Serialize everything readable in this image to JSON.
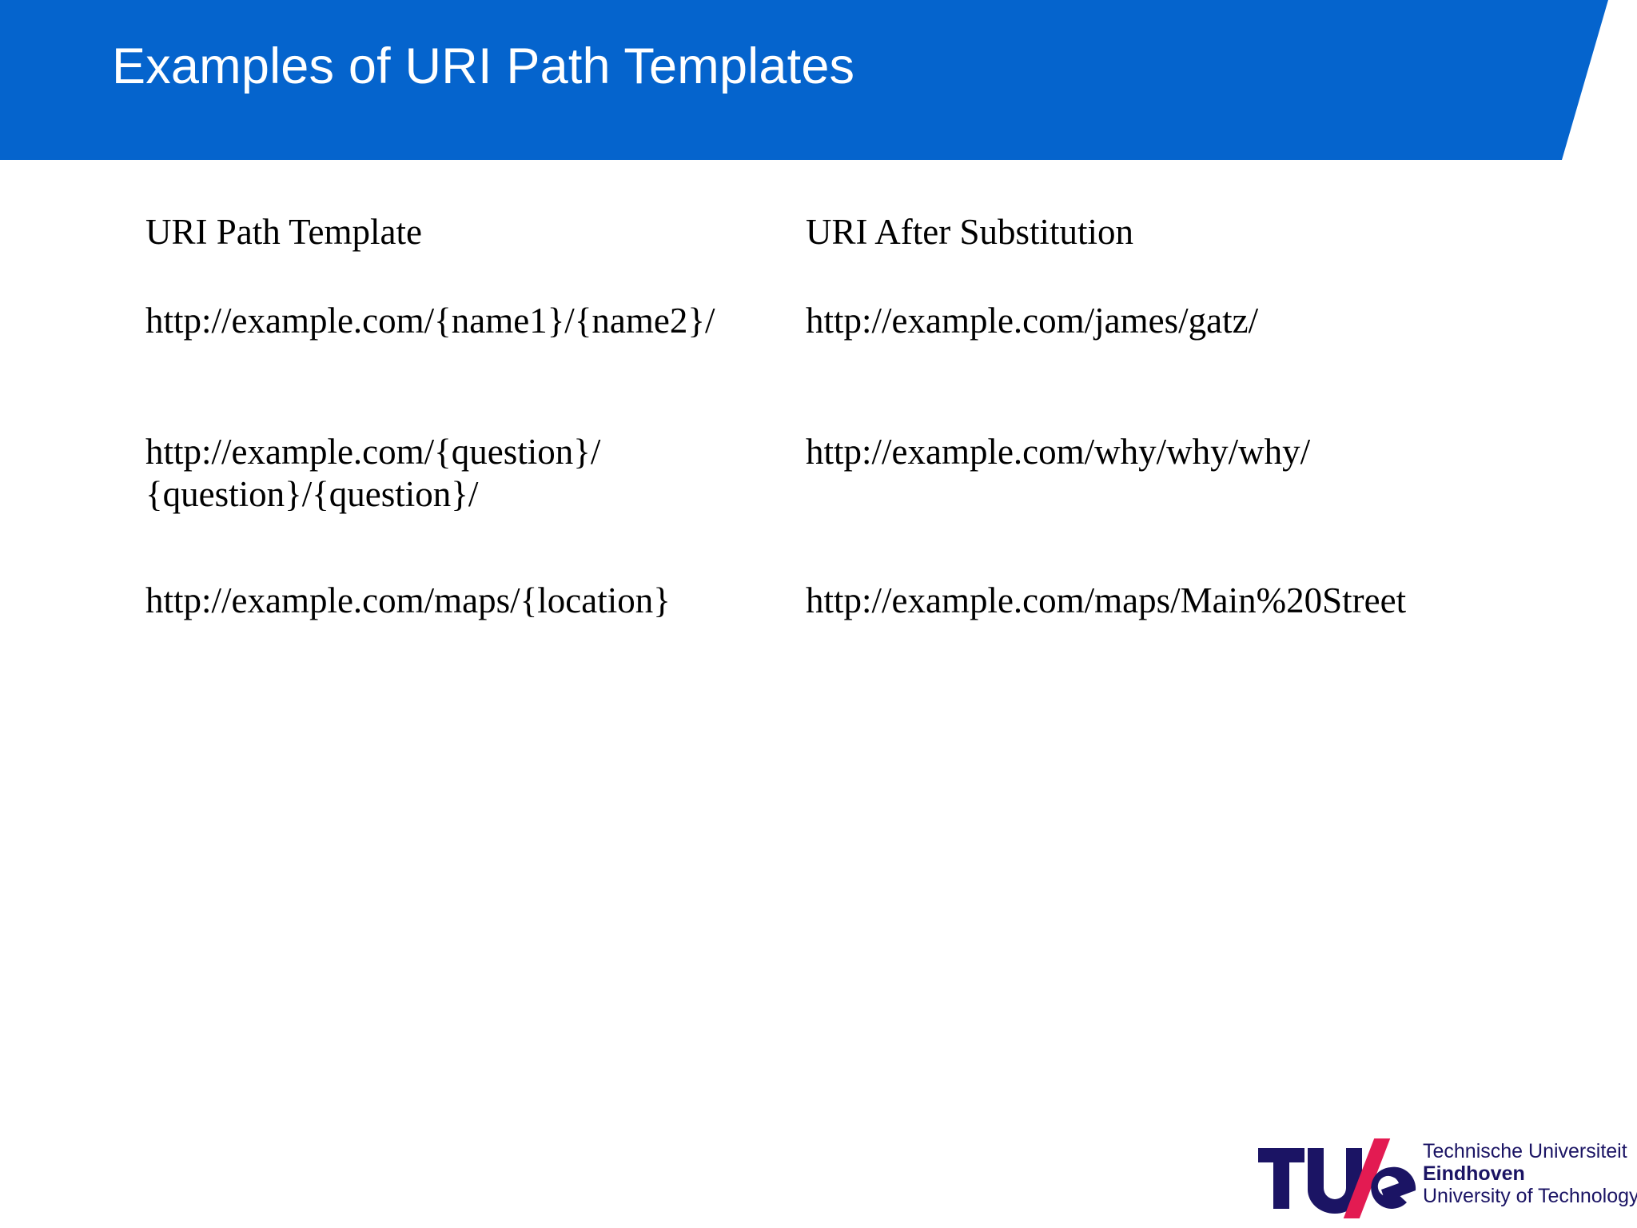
{
  "slide": {
    "title": "Examples of URI Path Templates",
    "header_color": "#0564CD",
    "title_color": "#FFFFFF",
    "background_color": "#FFFFFF"
  },
  "table": {
    "headers": {
      "left": "URI Path Template",
      "right": "URI After Substitution"
    },
    "rows": [
      {
        "template": "http://example.com/{name1}/{name2}/",
        "template_line2": "",
        "substituted": "http://example.com/james/gatz/"
      },
      {
        "template": "http://example.com/{question}/",
        "template_line2": "{question}/{question}/",
        "substituted": "http://example.com/why/why/why/"
      },
      {
        "template": "http://example.com/maps/{location}",
        "template_line2": "",
        "substituted": "http://example.com/maps/Main%20Street"
      }
    ]
  },
  "logo": {
    "mark_text_tu": "TU",
    "mark_text_e": "e",
    "mark_slash": "/",
    "mark_color": "#1B1464",
    "slash_color": "#E31B52",
    "wordmark_line1": "Technische Universiteit",
    "wordmark_line2": "Eindhoven",
    "wordmark_line3": "University of Technology"
  }
}
